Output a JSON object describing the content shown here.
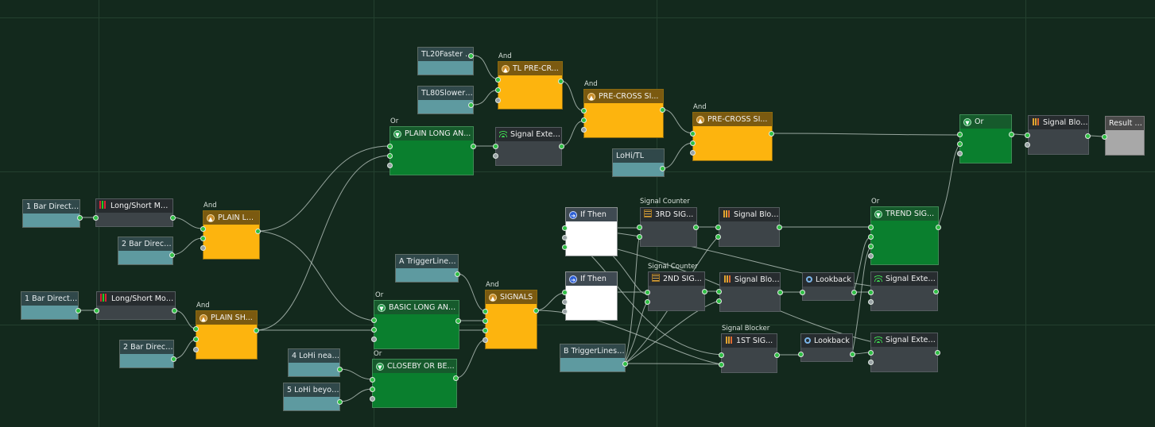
{
  "nodes": {
    "tl20": {
      "title": "TL20Faster S..."
    },
    "tl80": {
      "title": "TL80Slower ..."
    },
    "tl_precross": {
      "title": "TL PRE-CR...",
      "caption": "And"
    },
    "precross_a": {
      "title": "PRE-CROSS SI...",
      "caption": "And"
    },
    "precross_b": {
      "title": "PRE-CROSS SI...",
      "caption": "And"
    },
    "lohi_tl": {
      "title": "LoHi/TL"
    },
    "or_final": {
      "title": "Or"
    },
    "signal_block_final": {
      "title": "Signal Bloc..."
    },
    "result": {
      "title": "Result"
    },
    "plain_long_an": {
      "title": "PLAIN LONG AN...",
      "caption": "Or"
    },
    "signal_exten_top": {
      "title": "Signal Exten..."
    },
    "bar1_dir_a": {
      "title": "1 Bar Directio..."
    },
    "ls_mod_a": {
      "title": "Long/Short Modi..."
    },
    "plain_l": {
      "title": "PLAIN L...",
      "caption": "And"
    },
    "bar2_dir_a": {
      "title": "2 Bar Directi..."
    },
    "bar1_dir_b": {
      "title": "1 Bar Directio..."
    },
    "ls_mod_b": {
      "title": "Long/Short Modi..."
    },
    "plain_sh": {
      "title": "PLAIN SH...",
      "caption": "And"
    },
    "bar2_dir_b": {
      "title": "2 Bar Directi..."
    },
    "a_trigger": {
      "title": "A TriggerLine ..."
    },
    "basic_long_an": {
      "title": "BASIC LONG AN...",
      "caption": "Or"
    },
    "signals": {
      "title": "SIGNALS",
      "caption": "And"
    },
    "lohi_near": {
      "title": "4 LoHi near..."
    },
    "lohi_beyond": {
      "title": "5 LoHi beyon..."
    },
    "closeby": {
      "title": "CLOSEBY OR BE...",
      "caption": "Or"
    },
    "if_then_a": {
      "title": "If Then"
    },
    "if_then_b": {
      "title": "If Then"
    },
    "b_trigger": {
      "title": "B TriggerLines ..."
    },
    "sig3rd": {
      "title": "3RD SIG...",
      "caption": "Signal Counter"
    },
    "sig2nd": {
      "title": "2ND SIG...",
      "caption": "Signal Counter"
    },
    "sig1st": {
      "title": "1ST SIG...",
      "caption": "Signal Blocker"
    },
    "sigblock_a": {
      "title": "Signal Bloc..."
    },
    "sigblock_b": {
      "title": "Signal Bloc..."
    },
    "lookback_a": {
      "title": "Lookback"
    },
    "lookback_b": {
      "title": "Lookback"
    },
    "trend_sig": {
      "title": "TREND SIG...",
      "caption": "Or"
    },
    "sigext_a": {
      "title": "Signal Exten..."
    },
    "sigext_b": {
      "title": "Signal Exten..."
    }
  },
  "icons": {
    "and": "triangle-up-icon",
    "or": "triangle-down-icon",
    "if_then": "arrow-right-icon",
    "signal_block": "bar-chart-icon",
    "signal_counter": "counter-icon",
    "signal_extend": "signal-wave-icon",
    "lookback": "magnifier-icon",
    "long_short_mod": "modifier-bars-icon",
    "result": "checkmark-icon"
  },
  "colors": {
    "background": "#13291d",
    "and_gate": "#fdb40e",
    "or_gate": "#0a7f2e",
    "input": "#5e9aa0",
    "dark_node": "#3d4448",
    "port_active": "#2fbf44"
  }
}
